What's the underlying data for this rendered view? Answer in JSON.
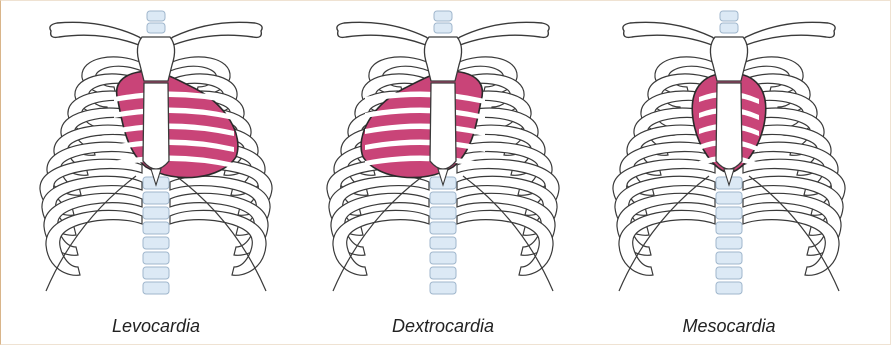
{
  "figure": {
    "panels": [
      {
        "label": "Levocardia",
        "heart_position": "left"
      },
      {
        "label": "Dextrocardia",
        "heart_position": "right"
      },
      {
        "label": "Mesocardia",
        "heart_position": "center"
      }
    ]
  },
  "colors": {
    "heart_fill": "#c94478",
    "spine_fill": "#dce9f5",
    "bone_stroke": "#3a3a3a",
    "bone_fill": "#ffffff",
    "border_accent": "#d9b58a"
  }
}
